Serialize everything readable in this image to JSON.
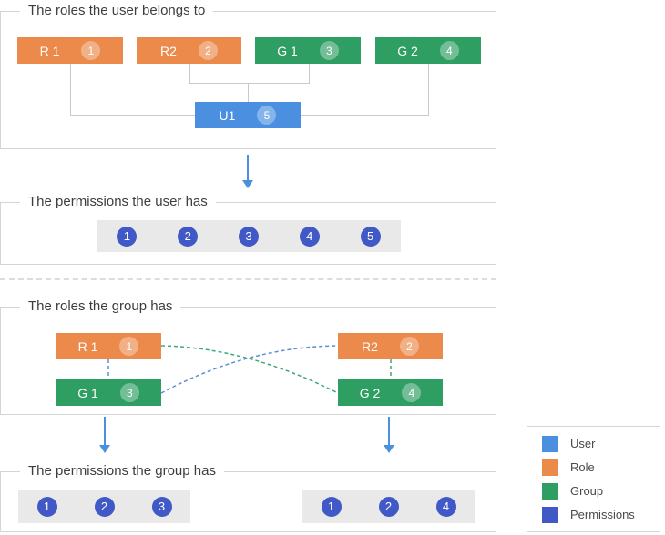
{
  "colors": {
    "user": "#4A8FE0",
    "role": "#EC8A4C",
    "group": "#2F9E63",
    "permission": "#4059C6",
    "arrow": "#4A8FE0",
    "connector": "#C9C9C9",
    "panel_border": "#D5D5D5",
    "strip_bg": "#E9E9E9",
    "link_blue": "#5B8DD9",
    "link_green": "#3FA876",
    "title_text": "#3D3D3D"
  },
  "sections": {
    "user_roles": {
      "title": "The roles the user belongs to",
      "boxes": {
        "r1": {
          "label": "R 1",
          "badge": 1
        },
        "r2": {
          "label": "R2",
          "badge": 2
        },
        "g1": {
          "label": "G 1",
          "badge": 3
        },
        "g2": {
          "label": "G 2",
          "badge": 4
        },
        "u1": {
          "label": "U1",
          "badge": 5
        }
      }
    },
    "user_permissions": {
      "title": "The permissions the user has",
      "values": [
        1,
        2,
        3,
        4,
        5
      ]
    },
    "group_roles": {
      "title": "The roles the group has",
      "boxes": {
        "r1": {
          "label": "R 1",
          "badge": 1
        },
        "r2": {
          "label": "R2",
          "badge": 2
        },
        "g1": {
          "label": "G 1",
          "badge": 3
        },
        "g2": {
          "label": "G 2",
          "badge": 4
        }
      }
    },
    "group_permissions": {
      "title": "The permissions the group has",
      "group1_values": [
        1,
        2,
        3
      ],
      "group2_values": [
        1,
        2,
        4
      ]
    }
  },
  "legend": {
    "items": [
      {
        "label": "User",
        "color": "#4A8FE0"
      },
      {
        "label": "Role",
        "color": "#EC8A4C"
      },
      {
        "label": "Group",
        "color": "#2F9E63"
      },
      {
        "label": "Permissions",
        "color": "#4059C6"
      }
    ]
  }
}
